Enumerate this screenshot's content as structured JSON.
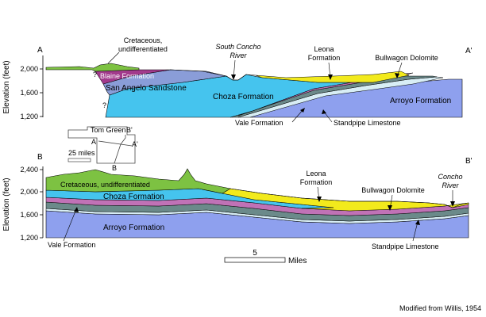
{
  "section_a": {
    "start_label": "A",
    "end_label": "A'",
    "y_axis_label": "Elevation (feet)",
    "y_ticks": [
      "2,000",
      "1,600",
      "1,200"
    ],
    "units": {
      "cretaceous": "Cretaceous, undifferentiated",
      "blaine": "Blaine Formation",
      "san_angelo": "San Angelo Sandstone",
      "choza": "Choza Formation",
      "leona": "Leona Formation",
      "bullwagon": "Bullwagon Dolomite",
      "arroyo": "Arroyo Formation",
      "vale": "Vale Formation",
      "standpipe": "Standpipe Limestone"
    },
    "river": "South Concho River",
    "question_mark": "?"
  },
  "section_b": {
    "start_label": "B",
    "end_label": "B'",
    "y_axis_label": "Elevation (feet)",
    "y_ticks": [
      "2,400",
      "2,000",
      "1,600",
      "1,200"
    ],
    "units": {
      "cretaceous": "Cretaceous, undifferentiated",
      "choza": "Choza Formation",
      "arroyo": "Arroyo Formation",
      "leona": "Leona Formation",
      "bullwagon": "Bullwagon Dolomite",
      "vale": "Vale Formation",
      "standpipe": "Standpipe Limestone"
    },
    "river": "Concho River"
  },
  "location_map": {
    "county": "Tom Green",
    "scale_label": "25 miles",
    "a_label": "A",
    "a_prime_label": "A'",
    "b_label": "B",
    "b_prime_label": "B'"
  },
  "scale_bar": {
    "value": "5",
    "unit": "Miles"
  },
  "credit": "Modified from Willis, 1954",
  "colors": {
    "cretaceous": "#7dc242",
    "blaine": "#a23a8c",
    "san_angelo": "#8a9dd8",
    "choza": "#45c4ee",
    "leona": "#f2ea1c",
    "bullwagon": "#c072b6",
    "vale": "#6b8a8a",
    "standpipe": "#d8eef5",
    "arroyo": "#8ea0ee"
  }
}
